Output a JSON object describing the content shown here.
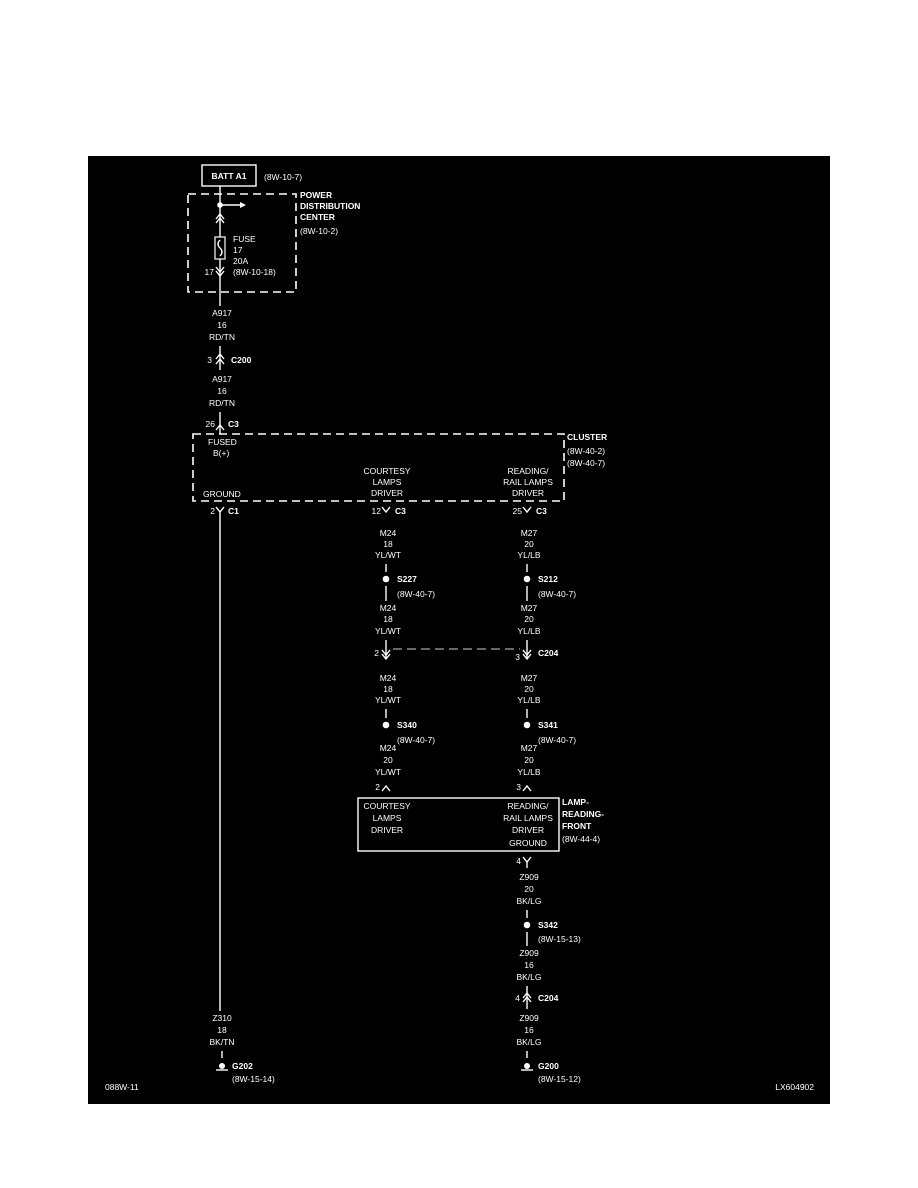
{
  "battery": {
    "label": "BATT A1",
    "ref": "(8W-10-7)"
  },
  "pdc": {
    "line1": "POWER",
    "line2": "DISTRIBUTION",
    "line3": "CENTER",
    "ref": "(8W-10-2)"
  },
  "fuse": {
    "l1": "FUSE",
    "l2": "17",
    "l3": "20A",
    "ref": "(8W-10-18)",
    "pin": "17"
  },
  "wire_a917_top": {
    "circuit": "A917",
    "gauge": "16",
    "color": "RD/TN"
  },
  "conn_c200": {
    "pin": "3",
    "name": "C200"
  },
  "wire_a917_mid": {
    "circuit": "A917",
    "gauge": "16",
    "color": "RD/TN"
  },
  "conn_c3_feed": {
    "pin": "26",
    "name": "C3"
  },
  "cluster": {
    "name": "CLUSTER",
    "ref1": "(8W-40-2)",
    "ref2": "(8W-40-7)",
    "fused_l1": "FUSED",
    "fused_l2": "B(+)",
    "ground": "GROUND",
    "courtesy_l1": "COURTESY",
    "courtesy_l2": "LAMPS",
    "courtesy_l3": "DRIVER",
    "reading_l1": "READING/",
    "reading_l2": "RAIL LAMPS",
    "reading_l3": "DRIVER"
  },
  "conn_c1": {
    "pin": "2",
    "name": "C1"
  },
  "conn_c3_courtesy": {
    "pin": "12",
    "name": "C3"
  },
  "conn_c3_reading": {
    "pin": "25",
    "name": "C3"
  },
  "wire_m24_a": {
    "circuit": "M24",
    "gauge": "18",
    "color": "YL/WT"
  },
  "wire_m27_a": {
    "circuit": "M27",
    "gauge": "20",
    "color": "YL/LB"
  },
  "splice_s227": {
    "name": "S227",
    "ref": "(8W-40-7)"
  },
  "splice_s212": {
    "name": "S212",
    "ref": "(8W-40-7)"
  },
  "wire_m24_b": {
    "circuit": "M24",
    "gauge": "18",
    "color": "YL/WT"
  },
  "wire_m27_b": {
    "circuit": "M27",
    "gauge": "20",
    "color": "YL/LB"
  },
  "conn_c204_top": {
    "pin_left": "2",
    "pin_right": "3",
    "name": "C204"
  },
  "wire_m24_c": {
    "circuit": "M24",
    "gauge": "18",
    "color": "YL/WT"
  },
  "wire_m27_c": {
    "circuit": "M27",
    "gauge": "20",
    "color": "YL/LB"
  },
  "splice_s340": {
    "name": "S340",
    "ref": "(8W-40-7)"
  },
  "splice_s341": {
    "name": "S341",
    "ref": "(8W-40-7)"
  },
  "wire_m24_d": {
    "circuit": "M24",
    "gauge": "20",
    "color": "YL/WT",
    "pin": "2"
  },
  "wire_m27_d": {
    "circuit": "M27",
    "gauge": "20",
    "color": "YL/LB",
    "pin": "3"
  },
  "lamp": {
    "l1": "LAMP-",
    "l2": "READING-",
    "l3": "FRONT",
    "ref": "(8W-44-4)",
    "courtesy_l1": "COURTESY",
    "courtesy_l2": "LAMPS",
    "courtesy_l3": "DRIVER",
    "reading_l1": "READING/",
    "reading_l2": "RAIL LAMPS",
    "reading_l3": "DRIVER",
    "ground": "GROUND",
    "ground_pin": "4"
  },
  "wire_z909_a": {
    "circuit": "Z909",
    "gauge": "20",
    "color": "BK/LG"
  },
  "splice_s342": {
    "name": "S342",
    "ref": "(8W-15-13)"
  },
  "wire_z909_b": {
    "circuit": "Z909",
    "gauge": "16",
    "color": "BK/LG"
  },
  "conn_c204_bottom": {
    "pin": "4",
    "name": "C204"
  },
  "wire_z909_c": {
    "circuit": "Z909",
    "gauge": "16",
    "color": "BK/LG"
  },
  "ground_g200": {
    "name": "G200",
    "ref": "(8W-15-12)"
  },
  "wire_z310": {
    "circuit": "Z310",
    "gauge": "18",
    "color": "BK/TN"
  },
  "ground_g202": {
    "name": "G202",
    "ref": "(8W-15-14)"
  },
  "footer": {
    "left": "088W-11",
    "right": "LX604902"
  }
}
